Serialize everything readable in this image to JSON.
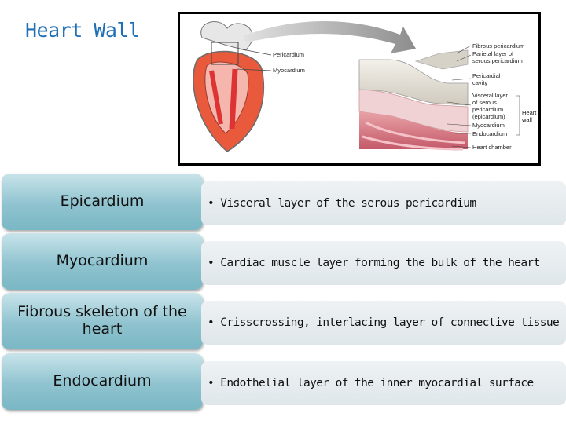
{
  "slide": {
    "title": "Heart Wall"
  },
  "figure": {
    "labels": {
      "pericardium": "Pericardium",
      "myocardium": "Myocardium",
      "fibrous_pericardium": "Fibrous pericardium",
      "parietal_layer_1": "Parietal layer of",
      "parietal_layer_2": "serous pericardium",
      "pericardial_cavity_1": "Pericardial",
      "pericardial_cavity_2": "cavity",
      "visceral_1": "Visceral layer",
      "visceral_2": "of serous",
      "visceral_3": "pericardium",
      "visceral_4": "(epicardium)",
      "myocardium_right": "Myocardium",
      "endocardium": "Endocardium",
      "heart_wall_1": "Heart",
      "heart_wall_2": "wall",
      "heart_chamber": "Heart chamber"
    }
  },
  "layers": [
    {
      "term": "Epicardium",
      "description": "• Visceral layer of the serous pericardium"
    },
    {
      "term": "Myocardium",
      "description": "• Cardiac muscle layer forming the bulk of the heart"
    },
    {
      "term": "Fibrous skeleton of the heart",
      "description": "• Crisscrossing, interlacing layer of connective tissue"
    },
    {
      "term": "Endocardium",
      "description": "• Endothelial layer of the inner myocardial surface"
    }
  ]
}
